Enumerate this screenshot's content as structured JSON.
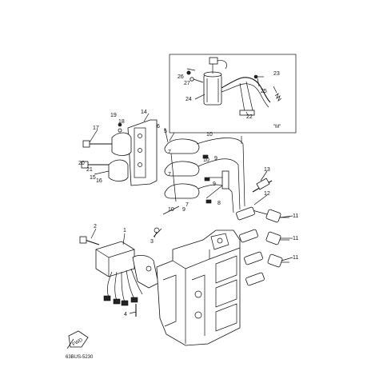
{
  "diagram": {
    "code": "63BUS-5230",
    "inset_label": "\"M\"",
    "fwd_label": "FWD",
    "callouts": {
      "c1": "1",
      "c2": "2",
      "c3": "3",
      "c4": "4",
      "c5": "5",
      "c6": "6",
      "c7a": "7",
      "c7b": "7",
      "c7c": "7",
      "c8": "8",
      "c9a": "9",
      "c9b": "9",
      "c9c": "9",
      "c10a": "10",
      "c10b": "10",
      "c10c": "10",
      "c11a": "11",
      "c11b": "11",
      "c11c": "11",
      "c12": "12",
      "c13": "13",
      "c14": "14",
      "c15": "15",
      "c16": "16",
      "c17": "17",
      "c18": "18",
      "c19": "19",
      "c20": "20",
      "c21": "21",
      "c22": "22",
      "c23": "23",
      "c24": "24",
      "c25": "25",
      "c26": "26",
      "c27": "27"
    }
  }
}
